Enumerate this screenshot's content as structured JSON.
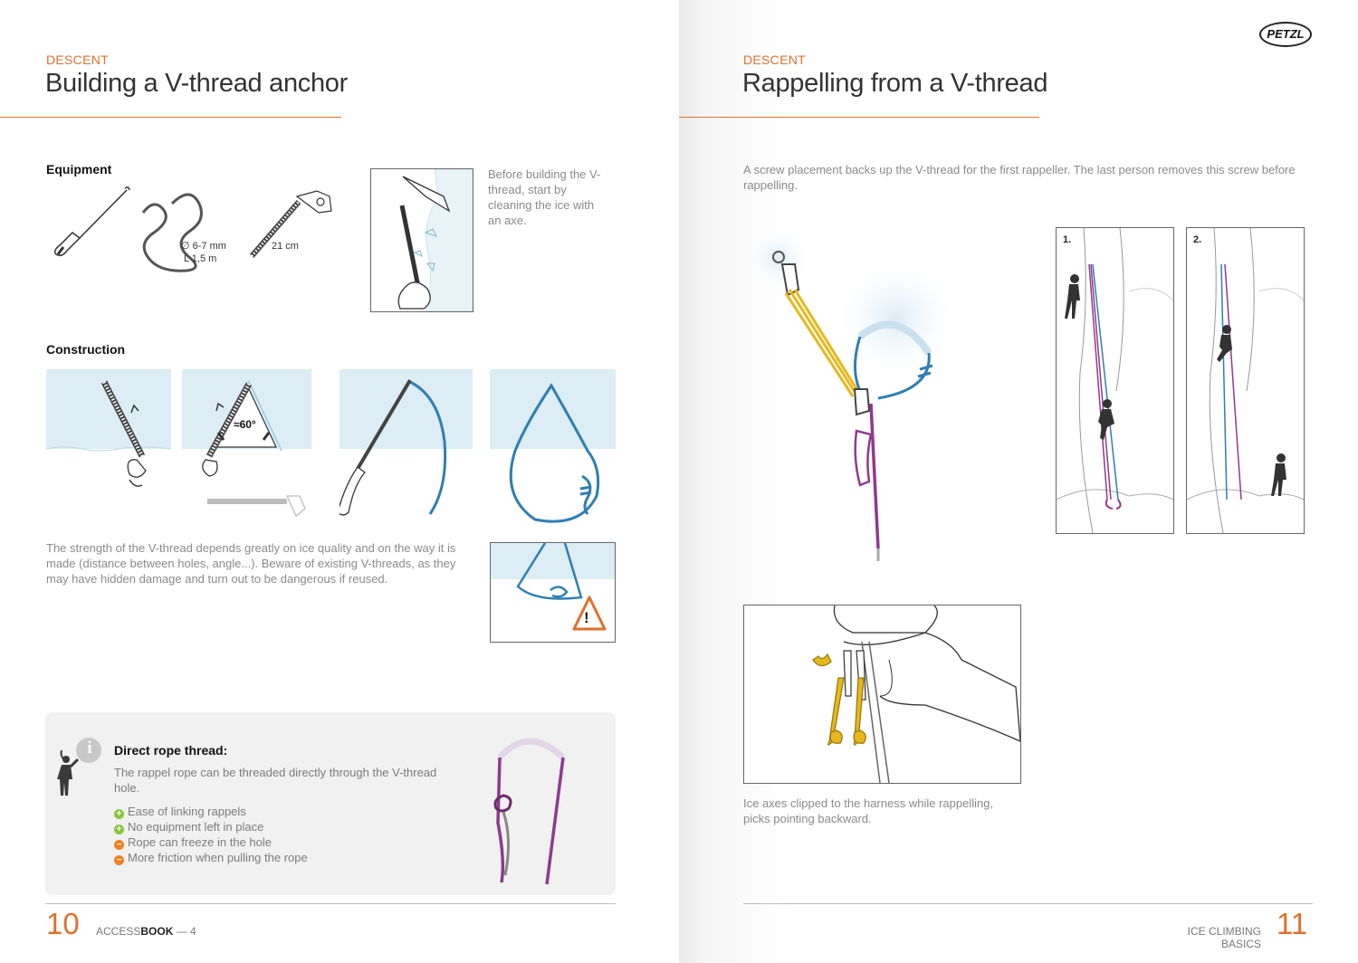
{
  "left": {
    "section": "DESCENT",
    "title": "Building a V-thread anchor",
    "equipment_heading": "Equipment",
    "equipment": {
      "cord_diameter": "∅ 6-7 mm",
      "cord_length": "L 1,5 m",
      "screw_length": "21 cm"
    },
    "cleaning_text": "Before building the V-thread, start by cleaning the ice with an axe.",
    "construction_heading": "Construction",
    "angle_label": "≈60°",
    "strength_text": "The strength of the V-thread depends greatly on ice quality and on the way it is made (distance between holes, angle...). Beware of existing V-threads, as they may have hidden damage and turn out to be dangerous if reused.",
    "warning_symbol": "!",
    "info_box": {
      "heading": "Direct rope thread:",
      "body": "The rappel rope can be threaded directly through the V-thread hole.",
      "info_symbol": "i",
      "bullets": [
        {
          "type": "plus",
          "text": "Ease of linking rappels"
        },
        {
          "type": "plus",
          "text": "No equipment left in place"
        },
        {
          "type": "minus",
          "text": "Rope can freeze in the hole"
        },
        {
          "type": "minus",
          "text": "More friction when pulling the rope"
        }
      ]
    },
    "page_number": "10",
    "footer_prefix": "ACCESS",
    "footer_bold": "BOOK",
    "footer_suffix": " — 4"
  },
  "right": {
    "brand": "PETZL",
    "section": "DESCENT",
    "title": "Rappelling from a V-thread",
    "screw_text": "A screw placement backs up the V-thread for the first rappeller. The last person removes this screw before rappelling.",
    "step_labels": [
      "1.",
      "2."
    ],
    "axes_caption": "Ice axes clipped to the harness while rappelling, picks pointing backward.",
    "footer_text": "ICE CLIMBING BASICS",
    "page_number": "11"
  },
  "colors": {
    "accent": "#e0702b",
    "rope_blue": "#2f7fb0",
    "rope_purple": "#8e3a8e",
    "sling_yellow": "#e6b81e",
    "ice": "#dbeef6",
    "plus": "#8cc63f",
    "minus": "#f08020"
  }
}
